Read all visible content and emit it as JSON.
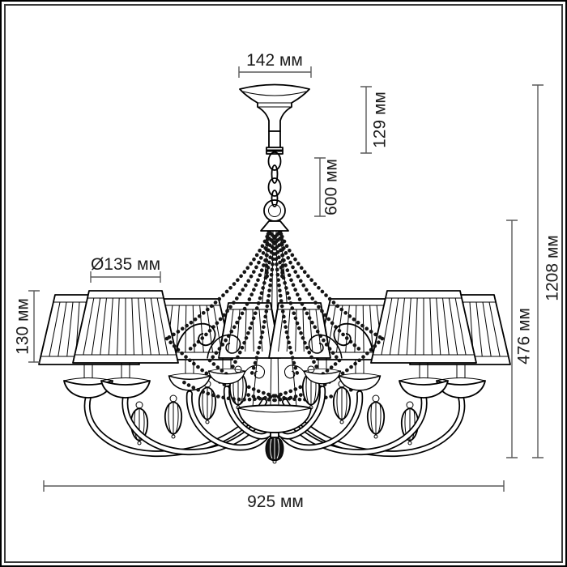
{
  "meta": {
    "description": "Chandelier dimensional line drawing with measurement callouts",
    "unit": "мм"
  },
  "labels": {
    "canopy_width": "142 мм",
    "canopy_height": "129 мм",
    "chain_length": "600 мм",
    "total_height": "1208 мм",
    "body_height": "476 мм",
    "shade_diameter": "Ø135 мм",
    "shade_height": "130 мм",
    "total_width": "925 мм"
  },
  "values_mm": {
    "canopy_width": 142,
    "canopy_height": 129,
    "chain_length": 600,
    "total_height": 1208,
    "body_height": 476,
    "shade_diameter": 135,
    "shade_height": 130,
    "total_width": 925
  },
  "colors": {
    "background": "#ffffff",
    "frame": "#3a3a3a",
    "drawing_line": "#000000",
    "dimension_line": "#5a5a5a",
    "dimension_text": "#1d1d1d"
  }
}
